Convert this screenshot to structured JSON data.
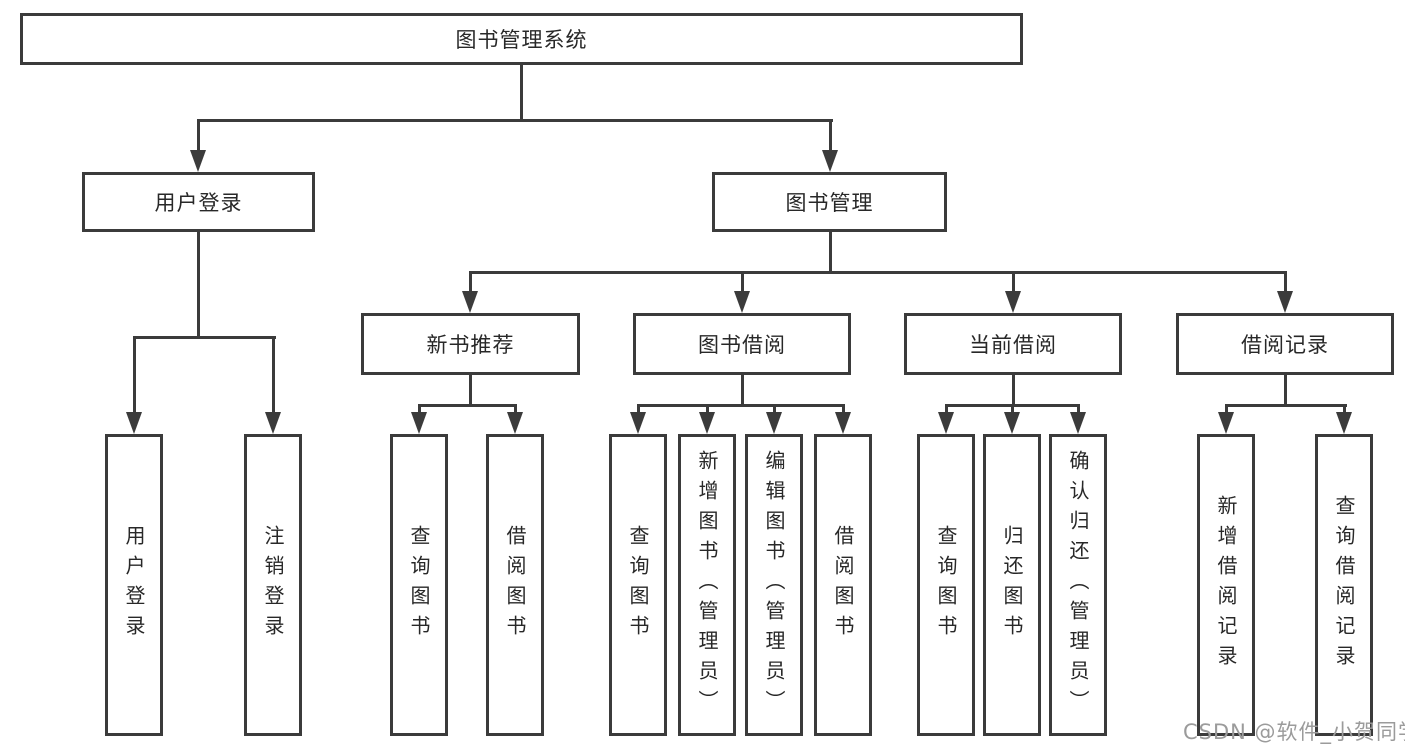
{
  "diagram": {
    "title": "图书管理系统",
    "root": {
      "label": "图书管理系统"
    },
    "level2": [
      {
        "label": "用户登录"
      },
      {
        "label": "图书管理"
      }
    ],
    "level3": [
      {
        "label": "新书推荐"
      },
      {
        "label": "图书借阅"
      },
      {
        "label": "当前借阅"
      },
      {
        "label": "借阅记录"
      }
    ],
    "leaves": {
      "login": [
        "用户登录",
        "注销登录"
      ],
      "recommend": [
        "查询图书",
        "借阅图书"
      ],
      "borrow": [
        "查询图书",
        "新增图书（管理员）",
        "编辑图书（管理员）",
        "借阅图书"
      ],
      "current": [
        "查询图书",
        "归还图书",
        "确认归还（管理员）"
      ],
      "record": [
        "新增借阅记录",
        "查询借阅记录"
      ]
    }
  },
  "watermark": {
    "text": "CSDN @软件_小贺同学"
  },
  "colors": {
    "line": "#3b3b3b",
    "text": "#282828",
    "background": "#ffffff",
    "watermark": "#9b9b9b"
  }
}
